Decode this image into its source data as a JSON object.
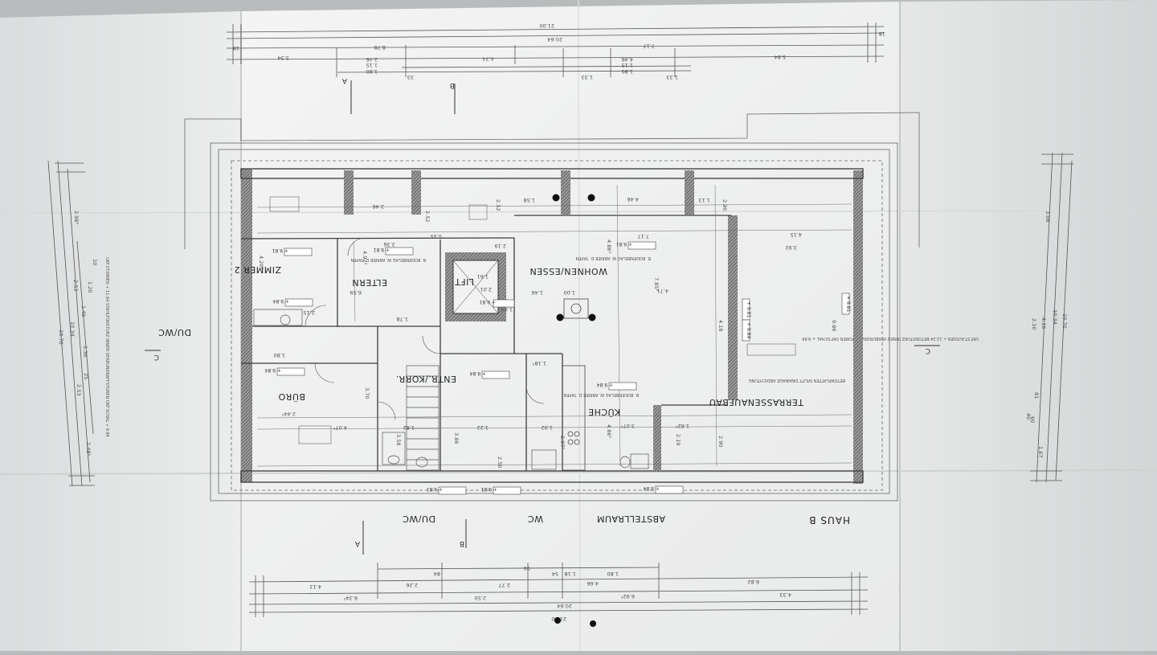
{
  "plan": {
    "title": "HAUS B",
    "rooms": {
      "zimmer2": "ZIMMER 2",
      "eltern": "ELTERN",
      "wohnen": "WOHNEN/ESSEN",
      "dumc_top": "DU/WC",
      "buro": "BÜRO",
      "entr_korr": "ENTR./KORR.",
      "kuche": "KÜCHE",
      "terrasse": "TERRASSENAUFBAU",
      "lift": "LIFT",
      "dumc_bottom": "DU/WC",
      "wc": "WC",
      "abstellraum": "ABSTELLRAUM"
    },
    "section_marks": {
      "a_top": "A",
      "b_top": "B",
      "a_bottom": "A",
      "b_bottom": "B",
      "c_left": "C",
      "c_right": "C"
    },
    "top_dims": {
      "overall": "21.00",
      "inner": "20.64",
      "edge_left": "18",
      "edge_right": "18",
      "seg_878": "8.78",
      "seg_717": "7.17",
      "seg_334": "3.34",
      "seg_474": "4.74",
      "seg_584": "5.84",
      "seg_246": "2.46",
      "seg_446": "4.46",
      "seg_180a": "1.80",
      "seg_180b": "1.80",
      "seg_133a": "1.33",
      "seg_133b": "1.33",
      "seg_115a": "1.15",
      "seg_115b": "1.15",
      "seg_33": "33"
    },
    "bottom_dims": {
      "overall": "21.00",
      "inner": "20.64",
      "seg_634": "6.34⁵",
      "seg_692": "6.92⁵",
      "seg_413": "4.13",
      "seg_226": "2.26",
      "seg_277": "2.77",
      "seg_466": "4.66",
      "seg_682": "6.82",
      "seg_250": "2.50",
      "seg_433": "4.33",
      "seg_118": "1.18",
      "seg_180": "1.80",
      "seg_90": "90",
      "seg_54": "54",
      "seg_84": "84"
    },
    "left_dims": {
      "overall": "10.70",
      "inner": "10.34",
      "seg_298": "2.98⁵",
      "seg_248": "2.48⁵",
      "seg_253a": "2.53",
      "seg_253b": "2.53",
      "seg_140": "1.40",
      "seg_120": "1.20",
      "seg_130": "1.30",
      "seg_25": "25",
      "seg_10": "10"
    },
    "right_dims": {
      "overall": "10.70",
      "inner": "10.34",
      "seg_308": "3.08",
      "seg_416": "4.16",
      "seg_210": "2.10",
      "seg_167": "1.67",
      "seg_81": "81",
      "seg_60": "60",
      "seg_40": "40"
    },
    "inner_dims": {
      "d_246": "2.46",
      "d_252a": "2.52",
      "d_252b": "2.52",
      "d_158": "1.58",
      "d_446": "4.46",
      "d_113": "1.13",
      "d_290a": "2.90",
      "d_290b": "2.90",
      "d_415": "4.15",
      "d_717": "7.17",
      "d_555": "5.55",
      "d_219a": "2.19",
      "d_219b": "2.19",
      "d_392": "3.92",
      "d_336": "3.36",
      "d_420": "4.20⁵",
      "d_492": "4.92⁵",
      "d_659": "6.59",
      "d_486": "4.86⁵",
      "d_471": "4.71",
      "d_785": "7.85⁵",
      "d_418": "4.18",
      "d_986": "9.86",
      "d_100": "1.00",
      "d_146": "1.46",
      "d_104": "1.04",
      "d_161": "1.61",
      "d_201": "2.01",
      "d_215": "2.15",
      "d_178": "1.78",
      "d_180": "1.80",
      "d_244": "2.44⁵",
      "d_407": "4.07⁵",
      "d_370": "3.70",
      "d_182": "1.82",
      "d_358": "3.58",
      "d_386": "3.86",
      "d_122": "1.22",
      "d_102": "1.02",
      "d_297": "2.97⁵",
      "d_307": "3.07⁵",
      "d_162": "1.62⁵",
      "d_486b": "4.86⁵",
      "d_118": "1.18⁵",
      "d_250": "2.50"
    },
    "level_tags": {
      "l1": "+ 9.81",
      "l2": "+ 9.84",
      "l3": "+ 9.81",
      "l4": "+ 9.84",
      "l5": "+ 9.81",
      "l6": "+ 9.84",
      "l7": "+ 9.81",
      "l8": "+ 9.84",
      "l9": "+ 9.81",
      "l10": "+ 9.81",
      "l11": "+ 9.84",
      "l12": "+ 9.81",
      "l13": "+ 9.81",
      "l14": "+ 9.84"
    },
    "notes": {
      "kuche_boden": "B. BODENBELAG  W. ABRIEB  D. TAPEN",
      "wohnen_boden": "B. BODENBELAG  W. ABRIEB  D. TAPEN",
      "eltern_boden": "B. BODENBELAG  W. ABRIEB  D. TAPEN",
      "terrasse_notes": "BETONPLATTEN  SPLITT  DRAINAGE  ABDICHTUNG",
      "left_notes": "UKF.ST.INNEN + 11.64  STAHLTONSTURZ INNEN  VERBUNDRAFFSTOREN  OKF.SCHAL + 9.84",
      "right_notes": "UKF.ST.AUSSEN + 12.24  BETONSTURZ INNEN  VERBUNDRAFFSTOREN  OKF.SCHAL + 9.84"
    }
  }
}
